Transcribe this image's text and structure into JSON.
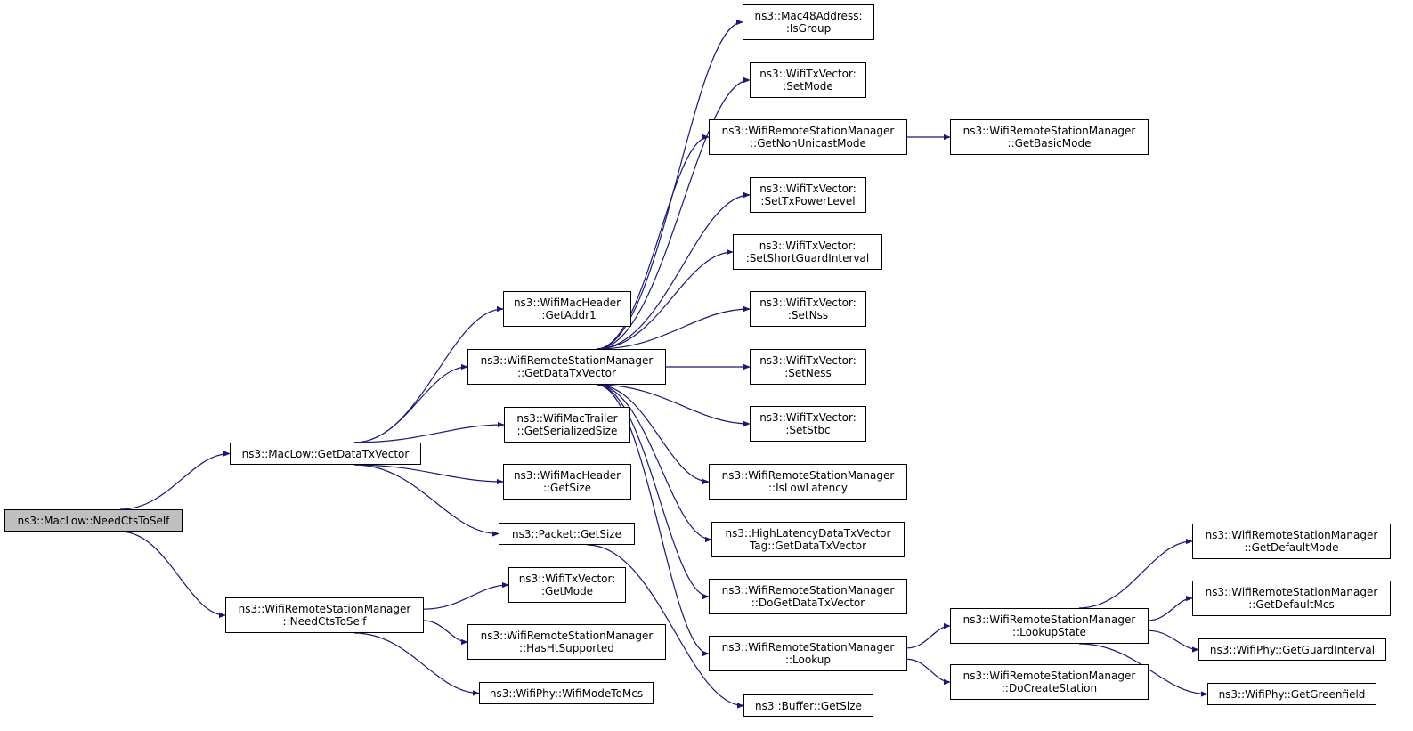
{
  "nodes": {
    "root": [
      "ns3::MacLow::NeedCtsToSelf"
    ],
    "getDataTxVector": [
      "ns3::MacLow::GetDataTxVector"
    ],
    "wrsmNeedCtsToSelf": [
      "ns3::WifiRemoteStationManager",
      "::NeedCtsToSelf"
    ],
    "getAddr1": [
      "ns3::WifiMacHeader",
      "::GetAddr1"
    ],
    "wrsmGetDataTxVector": [
      "ns3::WifiRemoteStationManager",
      "::GetDataTxVector"
    ],
    "getSerializedSize": [
      "ns3::WifiMacTrailer",
      "::GetSerializedSize"
    ],
    "macHeaderGetSize": [
      "ns3::WifiMacHeader",
      "::GetSize"
    ],
    "packetGetSize": [
      "ns3::Packet::GetSize"
    ],
    "getMode": [
      "ns3::WifiTxVector:",
      ":GetMode"
    ],
    "hasHtSupported": [
      "ns3::WifiRemoteStationManager",
      "::HasHtSupported"
    ],
    "wifiModeToMcs": [
      "ns3::WifiPhy::WifiModeToMcs"
    ],
    "isGroup": [
      "ns3::Mac48Address:",
      ":IsGroup"
    ],
    "setMode": [
      "ns3::WifiTxVector:",
      ":SetMode"
    ],
    "getNonUnicastMode": [
      "ns3::WifiRemoteStationManager",
      "::GetNonUnicastMode"
    ],
    "setTxPowerLevel": [
      "ns3::WifiTxVector:",
      ":SetTxPowerLevel"
    ],
    "setShortGuardInterval": [
      "ns3::WifiTxVector:",
      ":SetShortGuardInterval"
    ],
    "setNss": [
      "ns3::WifiTxVector:",
      ":SetNss"
    ],
    "setNess": [
      "ns3::WifiTxVector:",
      ":SetNess"
    ],
    "setStbc": [
      "ns3::WifiTxVector:",
      ":SetStbc"
    ],
    "isLowLatency": [
      "ns3::WifiRemoteStationManager",
      "::IsLowLatency"
    ],
    "highLatencyTag": [
      "ns3::HighLatencyDataTxVector",
      "Tag::GetDataTxVector"
    ],
    "doGetDataTxVector": [
      "ns3::WifiRemoteStationManager",
      "::DoGetDataTxVector"
    ],
    "lookup": [
      "ns3::WifiRemoteStationManager",
      "::Lookup"
    ],
    "bufferGetSize": [
      "ns3::Buffer::GetSize"
    ],
    "getBasicMode": [
      "ns3::WifiRemoteStationManager",
      "::GetBasicMode"
    ],
    "lookupState": [
      "ns3::WifiRemoteStationManager",
      "::LookupState"
    ],
    "doCreateStation": [
      "ns3::WifiRemoteStationManager",
      "::DoCreateStation"
    ],
    "getDefaultMode": [
      "ns3::WifiRemoteStationManager",
      "::GetDefaultMode"
    ],
    "getDefaultMcs": [
      "ns3::WifiRemoteStationManager",
      "::GetDefaultMcs"
    ],
    "getGuardInterval": [
      "ns3::WifiPhy::GetGuardInterval"
    ],
    "getGreenfield": [
      "ns3::WifiPhy::GetGreenfield"
    ]
  },
  "edges": [
    [
      "root",
      "getDataTxVector"
    ],
    [
      "root",
      "wrsmNeedCtsToSelf"
    ],
    [
      "getDataTxVector",
      "getAddr1"
    ],
    [
      "getDataTxVector",
      "wrsmGetDataTxVector"
    ],
    [
      "getDataTxVector",
      "getSerializedSize"
    ],
    [
      "getDataTxVector",
      "macHeaderGetSize"
    ],
    [
      "getDataTxVector",
      "packetGetSize"
    ],
    [
      "wrsmNeedCtsToSelf",
      "getMode"
    ],
    [
      "wrsmNeedCtsToSelf",
      "hasHtSupported"
    ],
    [
      "wrsmNeedCtsToSelf",
      "wifiModeToMcs"
    ],
    [
      "wrsmGetDataTxVector",
      "isGroup"
    ],
    [
      "wrsmGetDataTxVector",
      "setMode"
    ],
    [
      "wrsmGetDataTxVector",
      "getNonUnicastMode"
    ],
    [
      "wrsmGetDataTxVector",
      "setTxPowerLevel"
    ],
    [
      "wrsmGetDataTxVector",
      "setShortGuardInterval"
    ],
    [
      "wrsmGetDataTxVector",
      "setNss"
    ],
    [
      "wrsmGetDataTxVector",
      "setNess"
    ],
    [
      "wrsmGetDataTxVector",
      "setStbc"
    ],
    [
      "wrsmGetDataTxVector",
      "isLowLatency"
    ],
    [
      "wrsmGetDataTxVector",
      "highLatencyTag"
    ],
    [
      "wrsmGetDataTxVector",
      "doGetDataTxVector"
    ],
    [
      "wrsmGetDataTxVector",
      "lookup"
    ],
    [
      "packetGetSize",
      "bufferGetSize"
    ],
    [
      "getNonUnicastMode",
      "getBasicMode"
    ],
    [
      "lookup",
      "lookupState"
    ],
    [
      "lookup",
      "doCreateStation"
    ],
    [
      "lookupState",
      "getDefaultMode"
    ],
    [
      "lookupState",
      "getDefaultMcs"
    ],
    [
      "lookupState",
      "getGuardInterval"
    ],
    [
      "lookupState",
      "getGreenfield"
    ]
  ],
  "colors": {
    "edge": "#191970",
    "root_fill": "#bfbfbf",
    "node_fill": "#ffffff",
    "border": "#000000"
  }
}
